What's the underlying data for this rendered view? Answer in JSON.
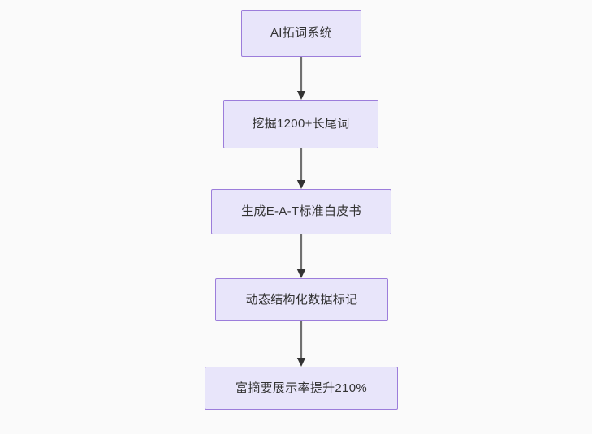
{
  "diagram": {
    "type": "flowchart",
    "direction": "top-to-bottom",
    "background_color": "#fafafa",
    "node_fill_color": "#e8e5fa",
    "node_border_color": "#9c7ddb",
    "node_text_color": "#333333",
    "edge_line_color": "#707070",
    "edge_arrow_color": "#333333",
    "nodes": [
      {
        "id": "node-0",
        "label": "AI拓词系统"
      },
      {
        "id": "node-1",
        "label": "挖掘1200+长尾词"
      },
      {
        "id": "node-2",
        "label": "生成E-A-T标准白皮书"
      },
      {
        "id": "node-3",
        "label": "动态结构化数据标记"
      },
      {
        "id": "node-4",
        "label": "富摘要展示率提升210%"
      }
    ],
    "edges": [
      {
        "id": "edge-0",
        "from": "node-0",
        "to": "node-1",
        "label": ""
      },
      {
        "id": "edge-1",
        "from": "node-1",
        "to": "node-2",
        "label": ""
      },
      {
        "id": "edge-2",
        "from": "node-2",
        "to": "node-3",
        "label": ""
      },
      {
        "id": "edge-3",
        "from": "node-3",
        "to": "node-4",
        "label": ""
      }
    ]
  }
}
